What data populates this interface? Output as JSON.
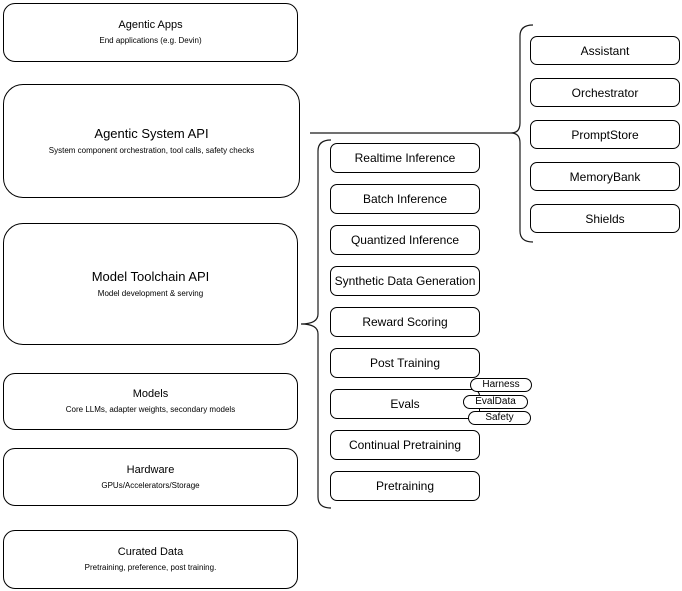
{
  "left_boxes": [
    {
      "title": "Agentic Apps",
      "subtitle": "End applications (e.g. Devin)"
    },
    {
      "title": "Agentic System API",
      "subtitle": "System component orchestration, tool calls, safety checks"
    },
    {
      "title": "Model Toolchain API",
      "subtitle": "Model development & serving"
    },
    {
      "title": "Models",
      "subtitle": "Core LLMs, adapter weights, secondary models"
    },
    {
      "title": "Hardware",
      "subtitle": "GPUs/Accelerators/Storage"
    },
    {
      "title": "Curated Data",
      "subtitle": "Pretraining, preference, post training."
    }
  ],
  "middle_boxes": [
    "Realtime Inference",
    "Batch Inference",
    "Quantized Inference",
    "Synthetic Data Generation",
    "Reward Scoring",
    "Post Training",
    "Evals",
    "Continual Pretraining",
    "Pretraining"
  ],
  "evals_tags": [
    "Harness",
    "EvalData",
    "Safety"
  ],
  "right_boxes": [
    "Assistant",
    "Orchestrator",
    "PromptStore",
    "MemoryBank",
    "Shields"
  ],
  "colors": {
    "border": "#000000",
    "bg": "#ffffff",
    "text": "#000000",
    "line": "#1a1a1a"
  }
}
